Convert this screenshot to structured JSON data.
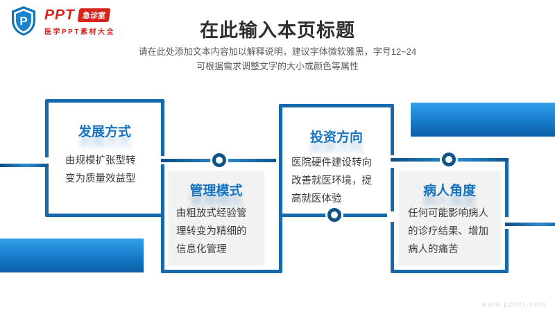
{
  "logo": {
    "brand": "PPT",
    "badge": "急诊室",
    "tagline": "医学PPT素材大全",
    "monogram": "P"
  },
  "header": {
    "title": "在此输入本页标题",
    "subtitle_line1": "请在此处添加文本内容加以解释说明，建议字体微软雅黑，字号12~24",
    "subtitle_line2": "可根据需求调整文字的大小或颜色等属性"
  },
  "steps": [
    {
      "title": "发展方式",
      "body": "由规模扩张型转变为质量效益型"
    },
    {
      "title": "管理模式",
      "body": "由粗放式经验管理转变为精细的信息化管理"
    },
    {
      "title": "投资方向",
      "body": "医院硬件建设转向改善就医环境，提高就医体验"
    },
    {
      "title": "病人角度",
      "body": "任何可能影响病人的诊疗结果、增加病人的痛苦"
    }
  ],
  "footer": {
    "watermark": "www.ppter.com"
  },
  "colors": {
    "frame_blue": "#1569ad",
    "title_blue": "#1673be",
    "brand_red": "#d6251d",
    "gray_panel": "#f2f2f2",
    "bar_gradient_top": "#33a0ea",
    "bar_gradient_bottom": "#0c5ea5",
    "node_ring": "#0f5488"
  }
}
